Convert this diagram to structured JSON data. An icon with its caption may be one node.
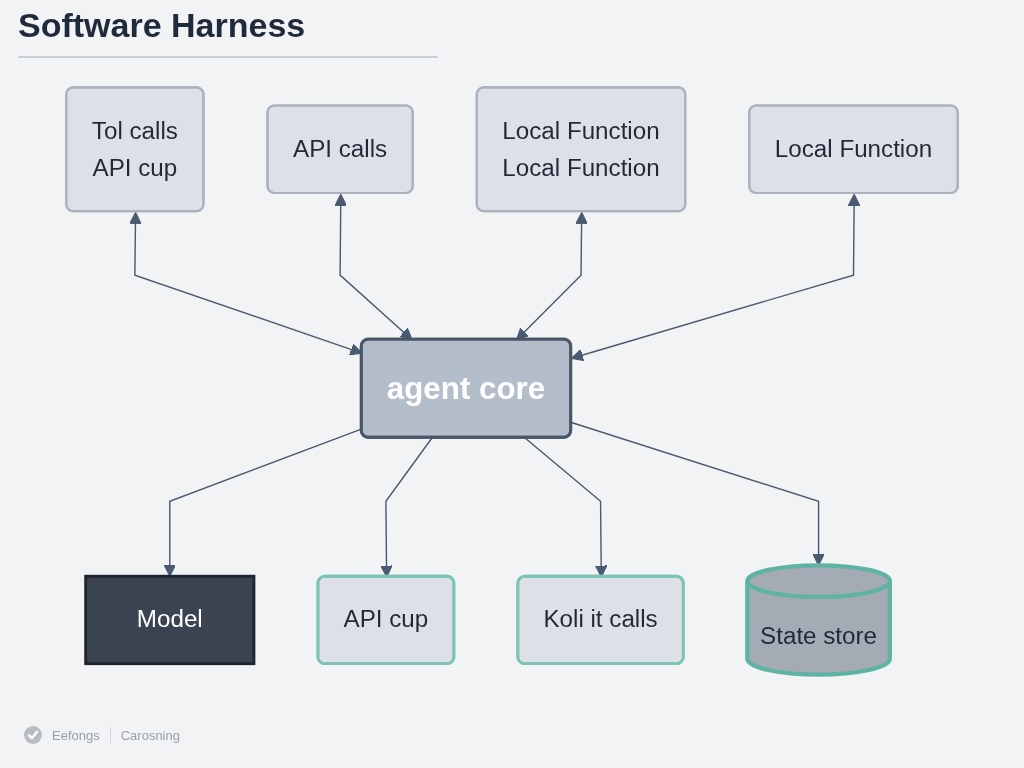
{
  "diagram": {
    "title": "Software Harness",
    "nodes": [
      {
        "text": [
          "Model"
        ]
      },
      {
        "text": [
          "Tol calls",
          "API cup"
        ]
      },
      {
        "text": [
          "Local Function",
          "Local Function"
        ]
      },
      {
        "text": [
          "agent core"
        ]
      },
      {
        "text": [
          "API cup"
        ]
      },
      {
        "text": [
          "Koli it calls"
        ]
      },
      {
        "text": [
          "API calls"
        ]
      },
      {
        "text": [
          "Local Function"
        ]
      },
      {
        "text": [
          "State store"
        ]
      }
    ],
    "edges": [
      {
        "from": 3,
        "to": 0,
        "arrow": "to"
      },
      {
        "from": 1,
        "to": 3,
        "arrow": "both"
      },
      {
        "from": 3,
        "to": 4,
        "arrow": "to"
      },
      {
        "from": 6,
        "to": 3,
        "arrow": "both"
      },
      {
        "from": 2,
        "to": 3,
        "arrow": "both"
      },
      {
        "from": 3,
        "to": 5,
        "arrow": "to"
      },
      {
        "from": 7,
        "to": 3,
        "arrow": "both"
      },
      {
        "from": 3,
        "to": 8,
        "arrow": "to"
      }
    ],
    "labels": [
      "Eefongs",
      "Carosning"
    ]
  }
}
